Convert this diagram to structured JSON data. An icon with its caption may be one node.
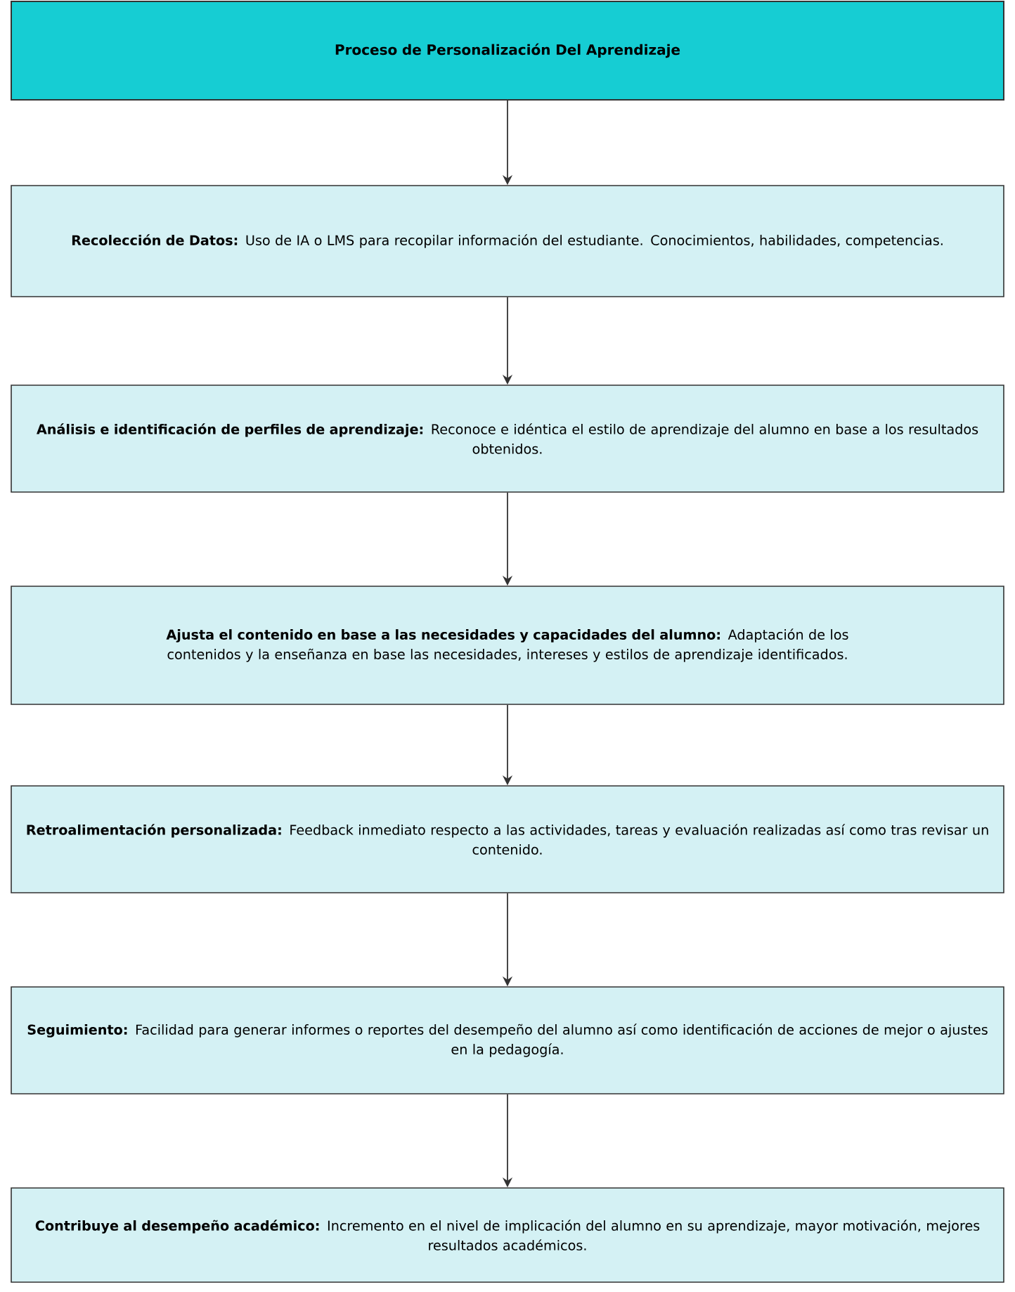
{
  "diagram": {
    "title": "Proceso de Personalización Del Aprendizaje",
    "nodes": [
      {
        "text": [
          "**Recolección de Datos:** Uso de IA o LMS para recopilar información del estudiante. Conocimientos, habilidades, competencias."
        ]
      },
      {
        "text": [
          "**Análisis e identificación de perfiles de aprendizaje:** Reconoce e idéntica el estilo de aprendizaje del alumno en base a los resultados obtenidos."
        ]
      },
      {
        "text": [
          "**Ajusta el contenido en base a las necesidades y capacidades del alumno:** Adaptación de los contenidos y la enseñanza en base las necesidades, intereses y estilos de aprendizaje identificados."
        ]
      },
      {
        "text": [
          "**Retroalimentación personalizada:** Feedback inmediato respecto a las actividades, tareas y evaluación realizadas así como tras revisar un contenido."
        ]
      },
      {
        "text": [
          "**Seguimiento:** Facilidad para generar informes o reportes del desempeño del alumno así como identificación de acciones de mejor o ajustes en la pedagogía."
        ]
      },
      {
        "text": [
          "**Contribuye al desempeño académico:** Incremento en el nivel de implicación del alumno en su aprendizaje, mayor motivación, mejores resultados académicos."
        ]
      }
    ],
    "edges": [
      {
        "from": null,
        "to": 0,
        "arrow": "to"
      },
      {
        "from": 0,
        "to": 1,
        "arrow": "to"
      },
      {
        "from": 1,
        "to": 2,
        "arrow": "to"
      },
      {
        "from": 2,
        "to": 3,
        "arrow": "to"
      },
      {
        "from": 3,
        "to": 4,
        "arrow": "to"
      },
      {
        "from": 4,
        "to": 5,
        "arrow": "to"
      }
    ]
  }
}
